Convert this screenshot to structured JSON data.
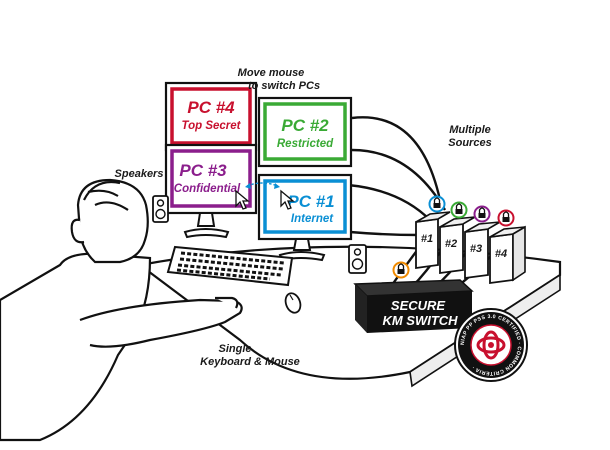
{
  "labels": {
    "move_mouse_line1": "Move mouse",
    "move_mouse_line2": "to switch PCs",
    "multiple_line1": "Multiple",
    "multiple_line2": "Sources",
    "speakers": "Speakers",
    "single_line1": "Single",
    "single_line2": "Keyboard & Mouse"
  },
  "monitors": [
    {
      "name": "PC #4",
      "sub": "Top Secret",
      "color": "#c8102e"
    },
    {
      "name": "PC #2",
      "sub": "Restricted",
      "color": "#3aaa35"
    },
    {
      "name": "PC #3",
      "sub": "Confidential",
      "color": "#8b1e8c"
    },
    {
      "name": "PC #1",
      "sub": "Internet",
      "color": "#0a8fd4"
    }
  ],
  "switch": {
    "line1": "SECURE",
    "line2": "KM SWITCH"
  },
  "towers": [
    {
      "label": "#1",
      "color": "#0a8fd4"
    },
    {
      "label": "#2",
      "color": "#3aaa35"
    },
    {
      "label": "#3",
      "color": "#8b1e8c"
    },
    {
      "label": "#4",
      "color": "#c8102e"
    }
  ],
  "seal_text": "NIAP PP PSS 3.0 CERTIFIED · COMMON CRITERIA ·",
  "colors": {
    "outline": "#111111",
    "seal_red": "#c8102e"
  }
}
